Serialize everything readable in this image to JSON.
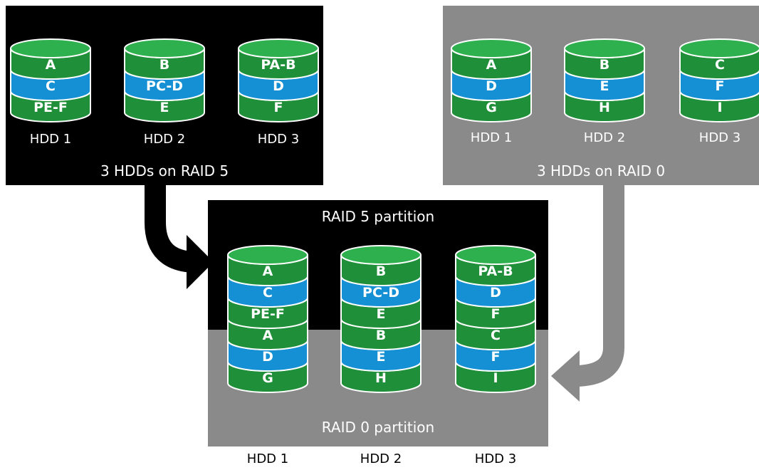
{
  "colors": {
    "green": "#1f8f3a",
    "green_top": "#2fb04e",
    "blue": "#1590d4",
    "black": "#000000",
    "gray": "#8a8a8a",
    "white": "#ffffff"
  },
  "left_panel": {
    "caption": "3 HDDs on RAID 5",
    "disks": [
      {
        "label": "HDD 1",
        "segments": [
          {
            "text": "A",
            "color": "green"
          },
          {
            "text": "C",
            "color": "blue"
          },
          {
            "text": "PE-F",
            "color": "green"
          }
        ]
      },
      {
        "label": "HDD 2",
        "segments": [
          {
            "text": "B",
            "color": "green"
          },
          {
            "text": "PC-D",
            "color": "blue"
          },
          {
            "text": "E",
            "color": "green"
          }
        ]
      },
      {
        "label": "HDD 3",
        "segments": [
          {
            "text": "PA-B",
            "color": "green"
          },
          {
            "text": "D",
            "color": "blue"
          },
          {
            "text": "F",
            "color": "green"
          }
        ]
      }
    ]
  },
  "right_panel": {
    "caption": "3 HDDs on RAID 0",
    "disks": [
      {
        "label": "HDD 1",
        "segments": [
          {
            "text": "A",
            "color": "green"
          },
          {
            "text": "D",
            "color": "blue"
          },
          {
            "text": "G",
            "color": "green"
          }
        ]
      },
      {
        "label": "HDD 2",
        "segments": [
          {
            "text": "B",
            "color": "green"
          },
          {
            "text": "E",
            "color": "blue"
          },
          {
            "text": "H",
            "color": "green"
          }
        ]
      },
      {
        "label": "HDD 3",
        "segments": [
          {
            "text": "C",
            "color": "green"
          },
          {
            "text": "F",
            "color": "blue"
          },
          {
            "text": "I",
            "color": "green"
          }
        ]
      }
    ]
  },
  "combined": {
    "top_caption": "RAID 5 partition",
    "bottom_caption": "RAID 0 partition",
    "disks": [
      {
        "label": "HDD 1",
        "segments": [
          {
            "text": "A",
            "color": "green"
          },
          {
            "text": "C",
            "color": "blue"
          },
          {
            "text": "PE-F",
            "color": "green"
          },
          {
            "text": "A",
            "color": "green"
          },
          {
            "text": "D",
            "color": "blue"
          },
          {
            "text": "G",
            "color": "green"
          }
        ]
      },
      {
        "label": "HDD 2",
        "segments": [
          {
            "text": "B",
            "color": "green"
          },
          {
            "text": "PC-D",
            "color": "blue"
          },
          {
            "text": "E",
            "color": "green"
          },
          {
            "text": "B",
            "color": "green"
          },
          {
            "text": "E",
            "color": "blue"
          },
          {
            "text": "H",
            "color": "green"
          }
        ]
      },
      {
        "label": "HDD 3",
        "segments": [
          {
            "text": "PA-B",
            "color": "green"
          },
          {
            "text": "D",
            "color": "blue"
          },
          {
            "text": "F",
            "color": "green"
          },
          {
            "text": "C",
            "color": "green"
          },
          {
            "text": "F",
            "color": "blue"
          },
          {
            "text": "I",
            "color": "green"
          }
        ]
      }
    ]
  }
}
